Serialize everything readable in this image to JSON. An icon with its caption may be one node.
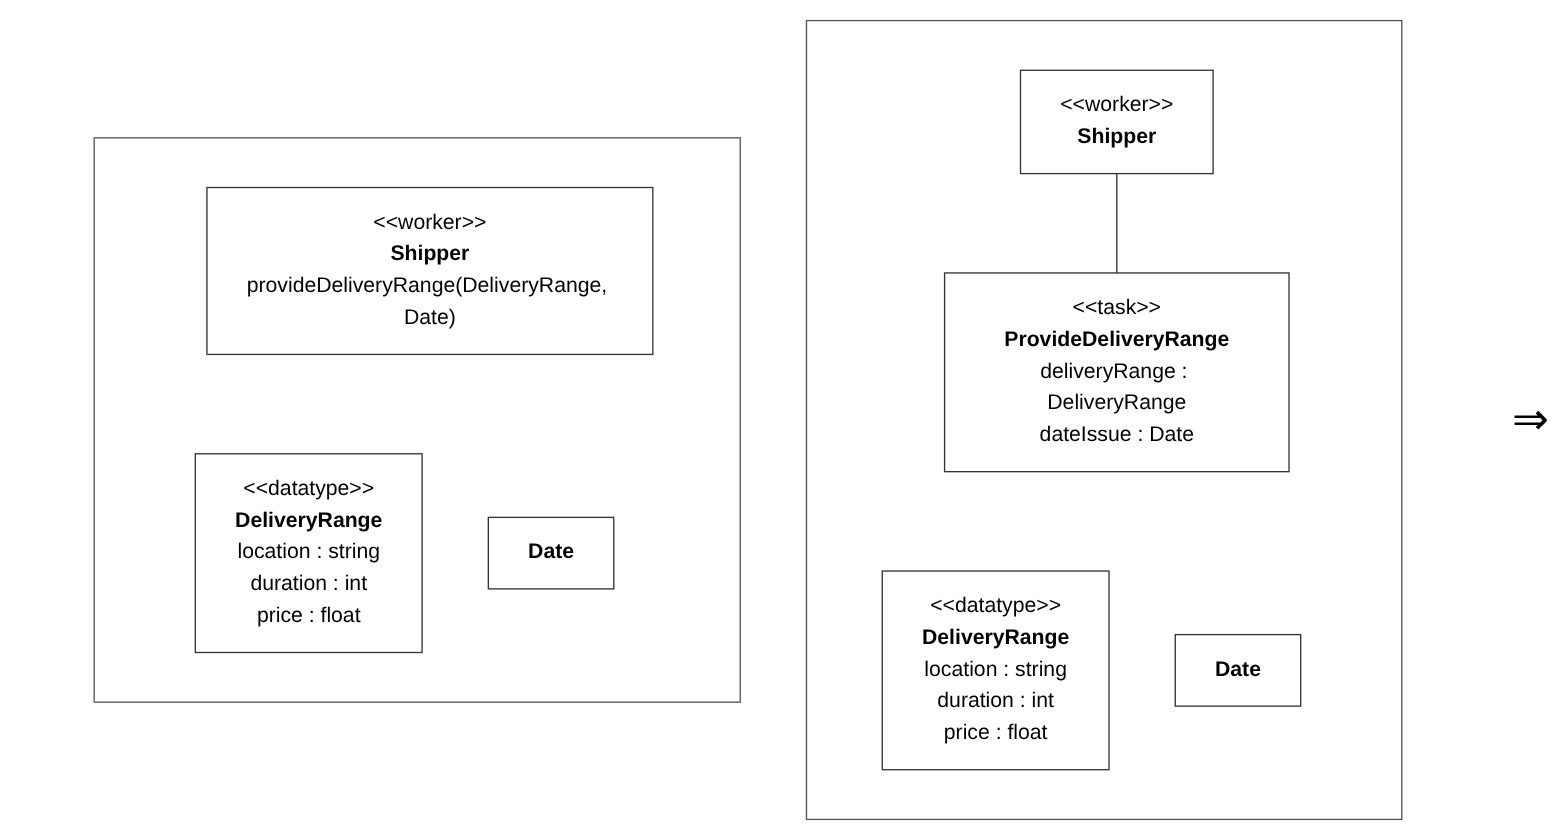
{
  "diagram": {
    "nodes": [
      {
        "text": [
          "<<worker>>",
          "Shipper"
        ]
      },
      {
        "text": [
          "<<task>>",
          "ProvideDeliveryRange",
          "deliveryRange : DeliveryRange",
          "dateIssue : Date"
        ]
      },
      {
        "text": [
          "<<datatype>>",
          "DeliveryRange",
          "location : string",
          "duration : int",
          "price : float"
        ]
      },
      {
        "text": [
          "Date"
        ]
      },
      {
        "text": [
          "<<worker>>",
          "Shipper",
          "provideDeliveryRange(DeliveryRange, Date)"
        ]
      },
      {
        "text": [
          "<<datatype>>",
          "DeliveryRange",
          "location : string",
          "duration : int",
          "price : float"
        ]
      },
      {
        "text": [
          "Date"
        ]
      }
    ],
    "edges": [
      {
        "from": 0,
        "to": 1,
        "arrow": "none"
      }
    ],
    "labels": [
      "⇒"
    ]
  }
}
